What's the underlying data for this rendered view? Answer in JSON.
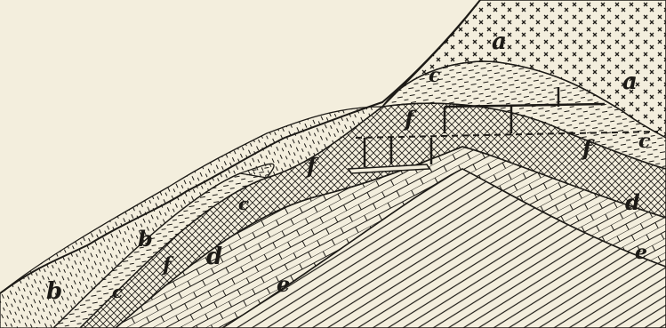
{
  "figure": {
    "labels": {
      "a": "a",
      "b": "b",
      "c": "c",
      "d": "d",
      "e": "e",
      "f": "f"
    }
  },
  "colors": {
    "paper": "#f3eedd",
    "ink": "#1c1a16"
  }
}
